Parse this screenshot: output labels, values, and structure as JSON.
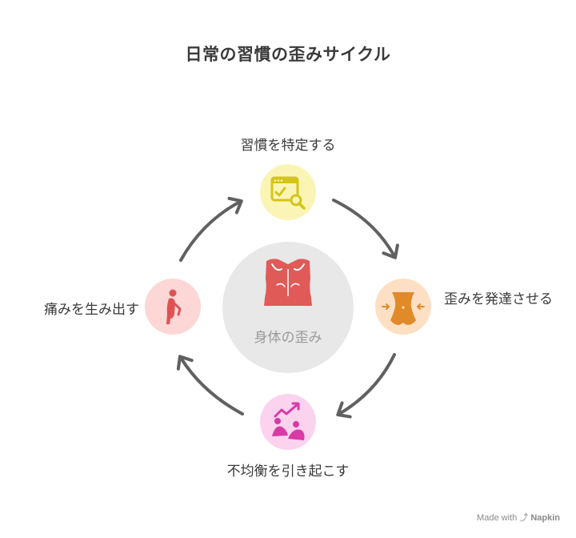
{
  "title": "日常の習慣の歪みサイクル",
  "center": {
    "label": "身体の歪み",
    "icon": "torso-body-icon",
    "color": "#e05a58",
    "background": "#e8e8e8"
  },
  "steps": [
    {
      "label": "習慣を特定する",
      "icon": "browser-search-check-icon",
      "color": "#d4c41c",
      "background": "#fbf5b5"
    },
    {
      "label": "歪みを発達させる",
      "icon": "waist-compress-icon",
      "color": "#e08a2a",
      "background": "#fde0c4"
    },
    {
      "label": "不均衡を引き起こす",
      "icon": "trending-up-figures-icon",
      "color": "#d83aa6",
      "background": "#fbd3ee"
    },
    {
      "label": "痛みを生み出す",
      "icon": "back-pain-person-icon",
      "color": "#e05252",
      "background": "#fdd6d6"
    }
  ],
  "arrow_color": "#606060",
  "watermark": {
    "prefix": "Made with",
    "brand": "Napkin"
  }
}
